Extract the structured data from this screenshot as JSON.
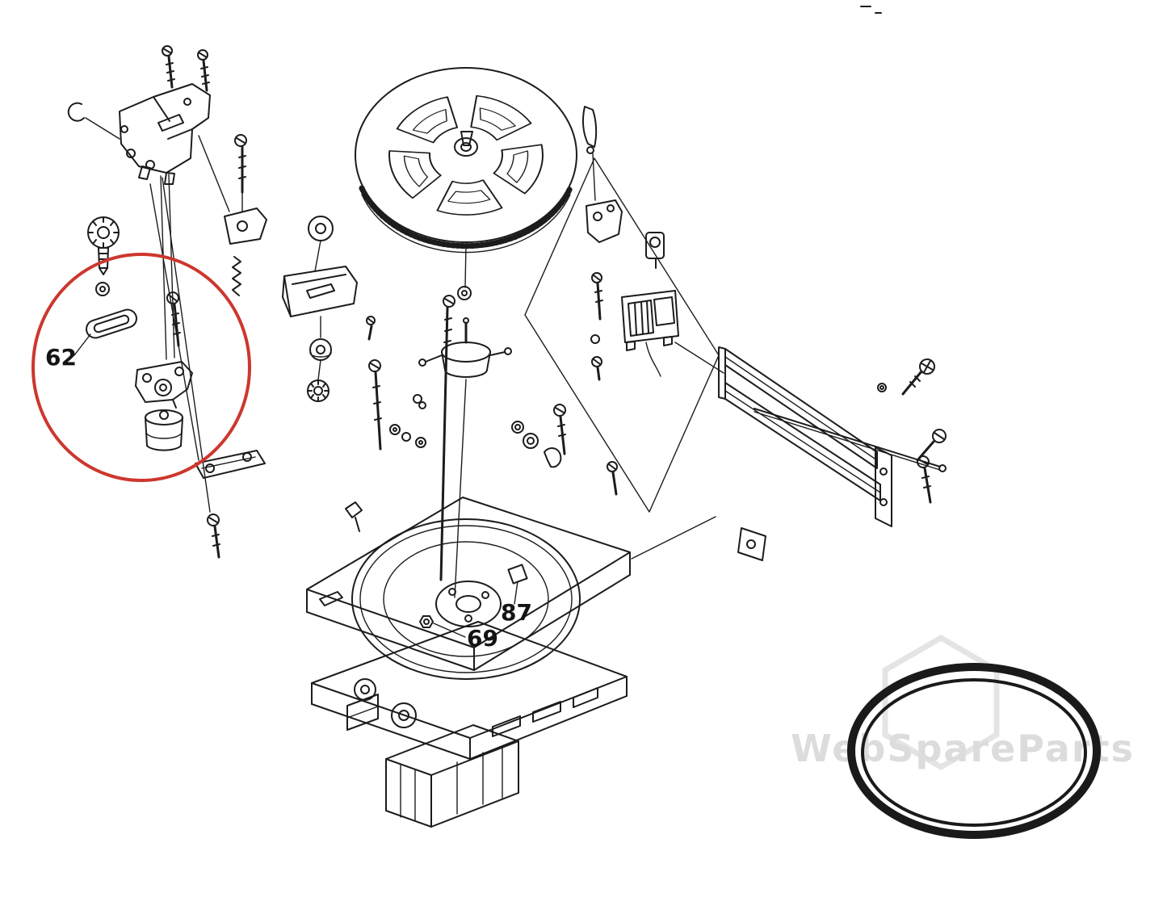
{
  "diagram": {
    "labels": {
      "part62": "62",
      "part87": "87",
      "part69": "69"
    },
    "watermark": "WebSpareParts",
    "colors": {
      "line": "#1c1c1c",
      "highlight": "#cd372e",
      "belt": "#1a1a1a",
      "watermark": "#dcdcdc",
      "watermark_outline": "#e4e4e4"
    }
  }
}
